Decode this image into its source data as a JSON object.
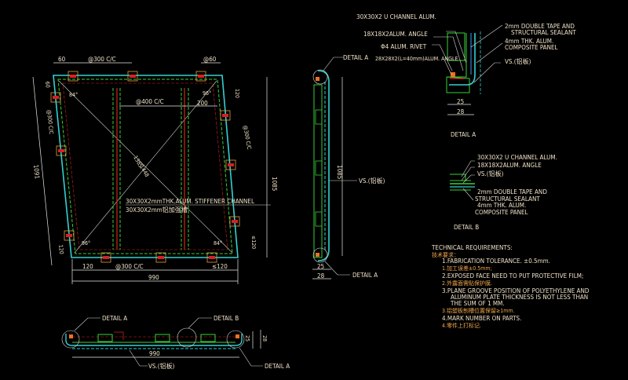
{
  "panel_elevation": {
    "top_dims": [
      "60",
      "@300 C/C",
      "@60"
    ],
    "stiffener_spacing": "@400 C/C",
    "right_offset": "200",
    "right_top": "120",
    "right_spacing": "@300 C/C",
    "right_height": "1085",
    "right_bottom": "≤120",
    "left_top": "60",
    "left_spacing": "@300 C/C",
    "left_length": "1091",
    "left_bottom": "120",
    "diag_1": "1385",
    "diag_2": "1448",
    "angles": [
      "84°",
      "96°",
      "96°",
      "84°"
    ],
    "bottom_dims": [
      "120",
      "@300 C/C",
      "≤120"
    ],
    "bottom_width": "990",
    "stiffener_label_en": "30X30X2mmTHK.ALUM. STIFFENER CHANNEL",
    "stiffener_label_cn": "30X30X2mm铝加强槽"
  },
  "side_view": {
    "top_label": "DETAIL A",
    "height": "1085",
    "vs_label": "VS.(铝板)",
    "dim_25": "25",
    "dim_28": "28",
    "bottom_label": "DETAIL A"
  },
  "detail_a": {
    "labels": [
      "30X30X2 U CHANNEL ALUM.",
      "18X18X2ALUM. ANGLE",
      "Φ4 ALUM. RIVET",
      "28X28X2(L=40mm)ALUM. ANGLE"
    ],
    "right_labels": [
      "2mm DOUBLE TAPE AND",
      "STRUCTURAL SEALANT",
      "4mm THK. ALUM.",
      "COMPOSITE PANEL",
      "VS.(铝板)"
    ],
    "dim_25": "25",
    "dim_28": "28",
    "title": "DETAIL A"
  },
  "detail_b": {
    "labels": [
      "30X30X2 U CHANNEL ALUM.",
      "18X18X2ALUM. ANGLE",
      "VS.(铝板)",
      "2mm DOUBLE TAPE AND",
      "STRUCTURAL SEALANT",
      "4mm THK. ALUM.",
      "COMPOSITE PANEL"
    ],
    "title": "DETAIL B"
  },
  "plan_view": {
    "detail_a_left": "DETAIL A",
    "detail_b": "DETAIL B",
    "detail_a_right": "DETAIL A",
    "width": "990",
    "vs_label": "VS.(铝板)",
    "dim_25": "25",
    "dim_28": "28"
  },
  "technical_requirements": {
    "title": "TECHNICAL REQUIREMENTS:",
    "title_cn": "技术要求：",
    "lines": [
      "1.FABRICATION TOLERANCE. ±0.5mm.",
      "1.加工误差±0.5mm;",
      "2.EXPOSED FACE NEED TO PUT PROTECTIVE FILM;",
      "2.外露面需贴保护膜.",
      "3.PLANE GROOVE POSITION OF POLYETHYLENE AND",
      "ALUMINUM PLATE THICKNESS IS NOT LESS THAN",
      "THE SUM OF 1 MM.",
      "3.铝塑板刨槽位置保留≥1mm.",
      "4.MARK NUMBER ON PARTS.",
      "4.零件上打标记."
    ]
  },
  "colors": {
    "background": "#000000",
    "panel": "#35d0d0",
    "frame": "#38d038",
    "bracket": "#d82020",
    "text": "#f0e2c8"
  }
}
